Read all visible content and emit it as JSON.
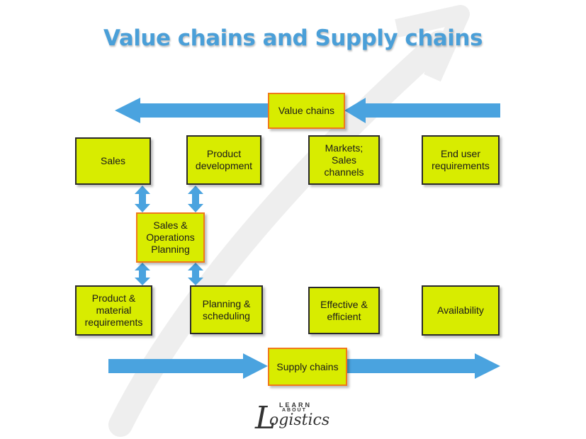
{
  "title": "Value chains and Supply chains",
  "value_chains_label": "Value chains",
  "supply_chains_label": "Supply chains",
  "top_row": [
    "Sales",
    "Product\ndevelopment",
    "Markets;\nSales\nchannels",
    "End user\nrequirements"
  ],
  "center_box": "Sales &\nOperations\nPlanning",
  "bottom_row": [
    "Product &\nmaterial\nrequirements",
    "Planning &\nscheduling",
    "Effective &\nefficient",
    "Availability"
  ],
  "logo": {
    "top_text": "LEARN",
    "sub_text": "ABOUT",
    "main_text": "ogistics",
    "initial": "L"
  },
  "colors": {
    "box_fill": "#d8ec00",
    "accent_border": "#f07a1a",
    "arrow": "#4aa3df",
    "title": "#4a9fd8"
  }
}
